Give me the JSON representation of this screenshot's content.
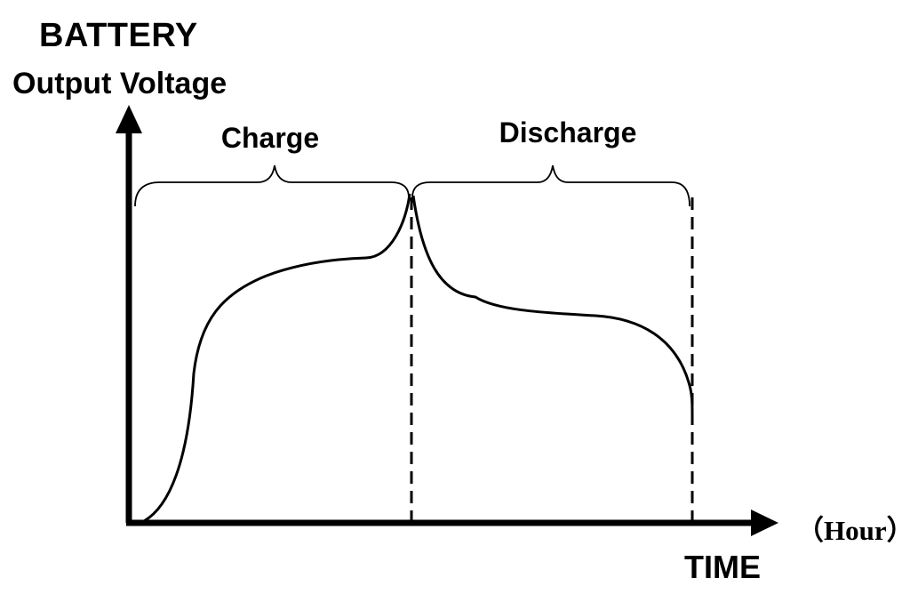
{
  "title_line1": "BATTERY",
  "title_line2": "Output Voltage",
  "phases": {
    "charge": "Charge",
    "discharge": "Discharge"
  },
  "x_axis": {
    "unit": "（Hour）",
    "label": "TIME"
  },
  "colors": {
    "line": "#000000",
    "background": "#ffffff"
  }
}
